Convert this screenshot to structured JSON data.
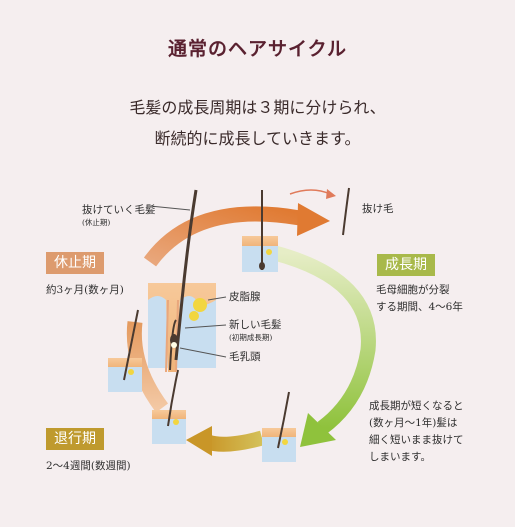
{
  "title": "通常のヘアサイクル",
  "intro": [
    "毛髪の成長周期は３期に分けられ、",
    "断続的に成長していきます。"
  ],
  "labels": {
    "falling_hair": "抜けていく毛髪",
    "falling_hair_sub": "(休止期)",
    "shed_hair": "抜け毛",
    "sebaceous_gland": "皮脂腺",
    "new_hair": "新しい毛髪",
    "new_hair_sub": "(初期成長期)",
    "dermal_papilla": "毛乳頭"
  },
  "phases": {
    "rest": {
      "name": "休止期",
      "desc": [
        "約3ヶ月(数ヶ月)"
      ],
      "color": "#dd9b6e"
    },
    "growth": {
      "name": "成長期",
      "desc": [
        "毛母細胞が分裂",
        "する期間、4〜6年"
      ],
      "color": "#a8b94a"
    },
    "regression": {
      "name": "退行期",
      "desc": [
        "2〜4週間(数週間)"
      ],
      "color": "#bf9a2e"
    }
  },
  "growth_note": [
    "成長期が短くなると",
    "(数ヶ月〜1年)髪は",
    "細く短いまま抜けて",
    "しまいます。"
  ]
}
